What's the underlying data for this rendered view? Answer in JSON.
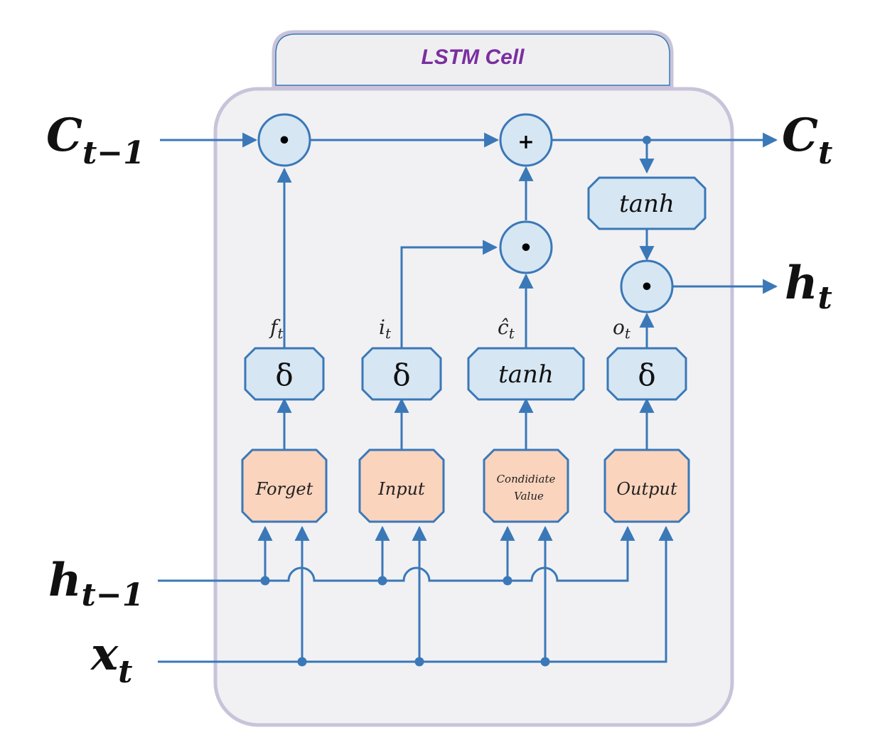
{
  "title": "LSTM Cell",
  "inputs": {
    "c_prev": {
      "base": "C",
      "sub": "t−1"
    },
    "h_prev": {
      "base": "h",
      "sub": "t−1"
    },
    "x": {
      "base": "x",
      "sub": "t"
    }
  },
  "outputs": {
    "c": {
      "base": "C",
      "sub": "t"
    },
    "h": {
      "base": "h",
      "sub": "t"
    }
  },
  "gates": {
    "forget": {
      "label": "Forget",
      "activation": "δ",
      "signal_base": "f",
      "signal_sub": "t"
    },
    "input": {
      "label": "Input",
      "activation": "δ",
      "signal_base": "i",
      "signal_sub": "t"
    },
    "candidate": {
      "label_line1": "Condidiate",
      "label_line2": "Value",
      "activation": "tanh",
      "signal_base": "ĉ",
      "signal_sub": "t"
    },
    "output": {
      "label": "Output",
      "activation": "δ",
      "signal_base": "o",
      "signal_sub": "t"
    }
  },
  "operators": {
    "multiply": "•",
    "add": "+"
  },
  "cell_tanh": "tanh",
  "colors": {
    "line": "#3a78b8",
    "node_fill": "#d6e6f2",
    "gate_fill": "#fad4bd",
    "cell_bg": "#f1f1f3",
    "cell_border": "#c9c3da",
    "title": "#7a2fa0"
  }
}
